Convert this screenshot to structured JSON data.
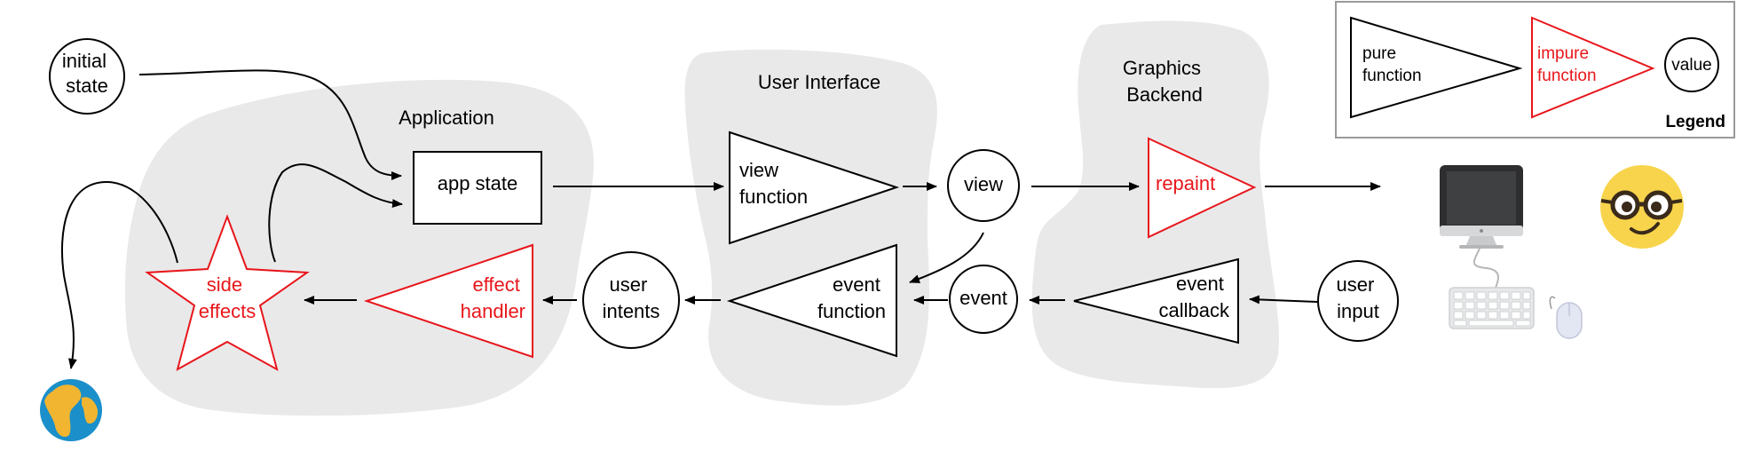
{
  "regions": {
    "application": "Application",
    "user_interface": "User Interface",
    "graphics_backend": [
      "Graphics",
      "Backend"
    ]
  },
  "nodes": {
    "initial_state": [
      "initial",
      "state"
    ],
    "app_state": "app state",
    "view_function": [
      "view",
      "function"
    ],
    "view": "view",
    "repaint": "repaint",
    "event_function": [
      "event",
      "function"
    ],
    "event": "event",
    "event_callback": [
      "event",
      "callback"
    ],
    "user_input": [
      "user",
      "input"
    ],
    "user_intents": [
      "user",
      "intents"
    ],
    "effect_handler": [
      "effect",
      "handler"
    ],
    "side_effects": [
      "side",
      "effects"
    ]
  },
  "legend": {
    "title": "Legend",
    "pure": [
      "pure",
      "function"
    ],
    "impure": [
      "impure",
      "function"
    ],
    "value": "value"
  },
  "icons": [
    "earth-globe",
    "desktop-computer",
    "keyboard",
    "mouse",
    "nerd-face-emoji"
  ],
  "colors": {
    "impure": "#e8161b",
    "region_fill": "#e9e9ea",
    "stroke": "#000000"
  }
}
